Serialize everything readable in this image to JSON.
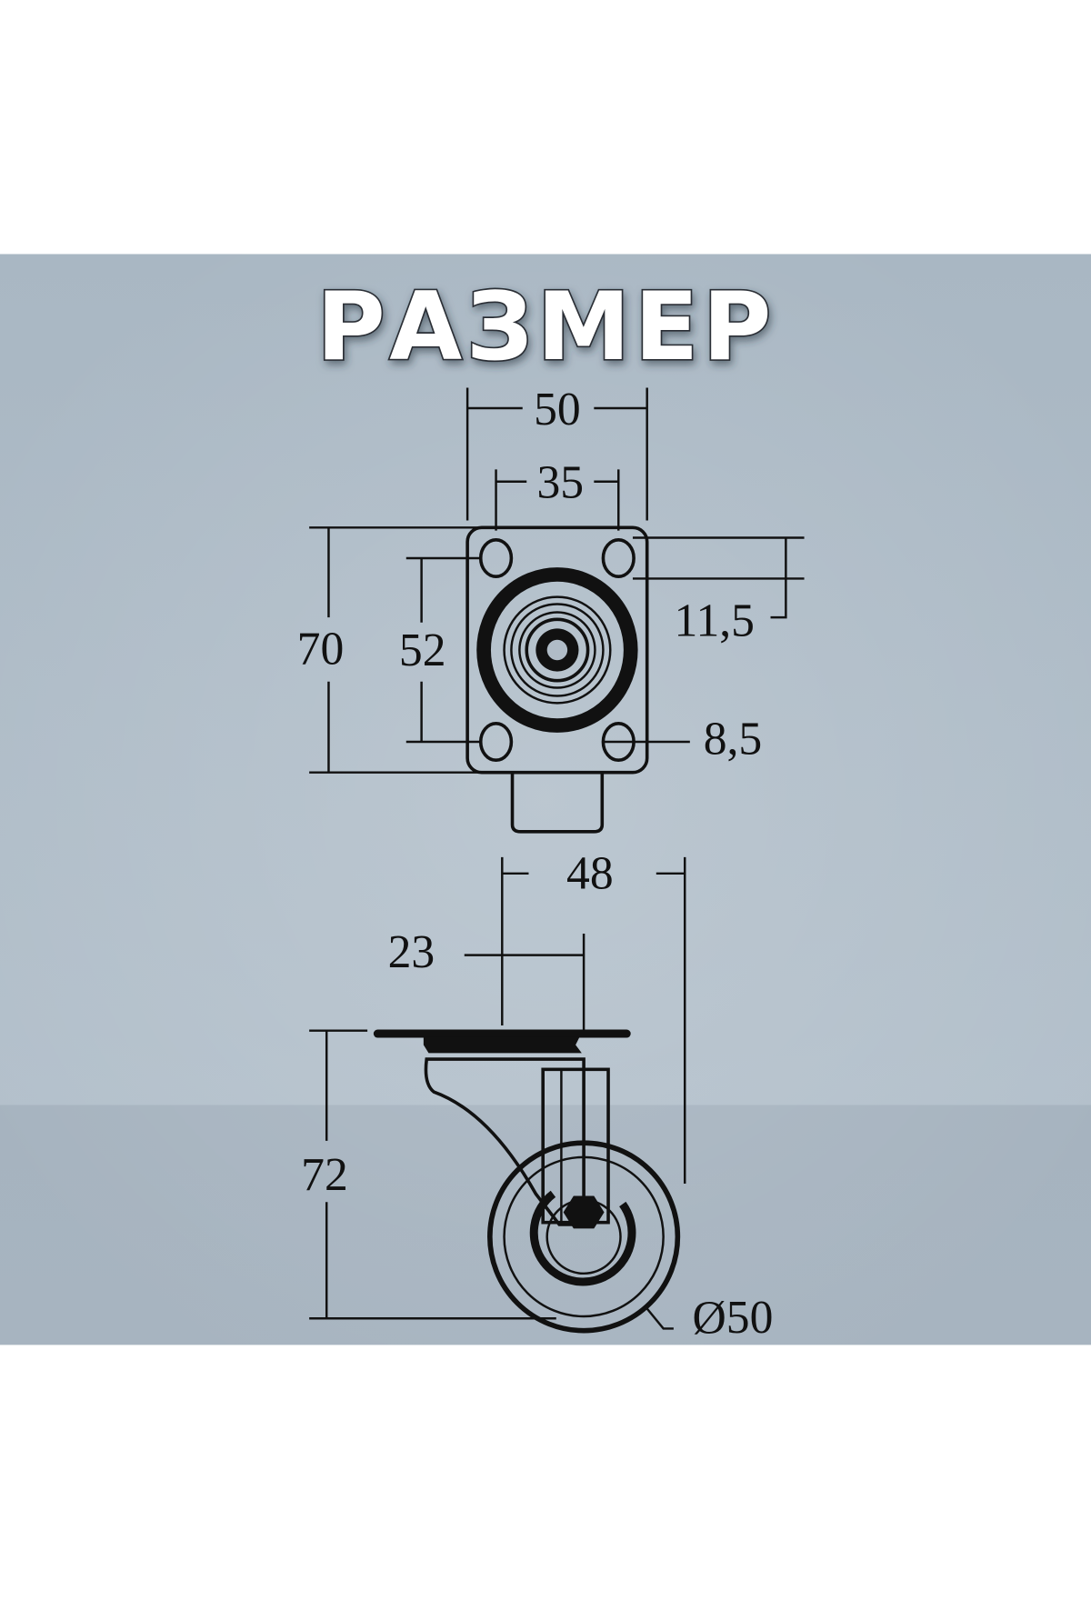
{
  "title": "РАЗМЕР",
  "colors": {
    "background_band": "#aab7c3",
    "band_light": "#b6c2cc",
    "line": "#111111",
    "title_fill": "#ffffff"
  },
  "top_view": {
    "width_outer": "50",
    "width_holes": "35",
    "height_outer": "70",
    "height_holes": "52",
    "hole_offset": "11,5",
    "hole_diameter": "8,5"
  },
  "side_view": {
    "offset_total": "48",
    "offset_axis": "23",
    "total_height": "72",
    "wheel_diameter": "Ø50"
  }
}
